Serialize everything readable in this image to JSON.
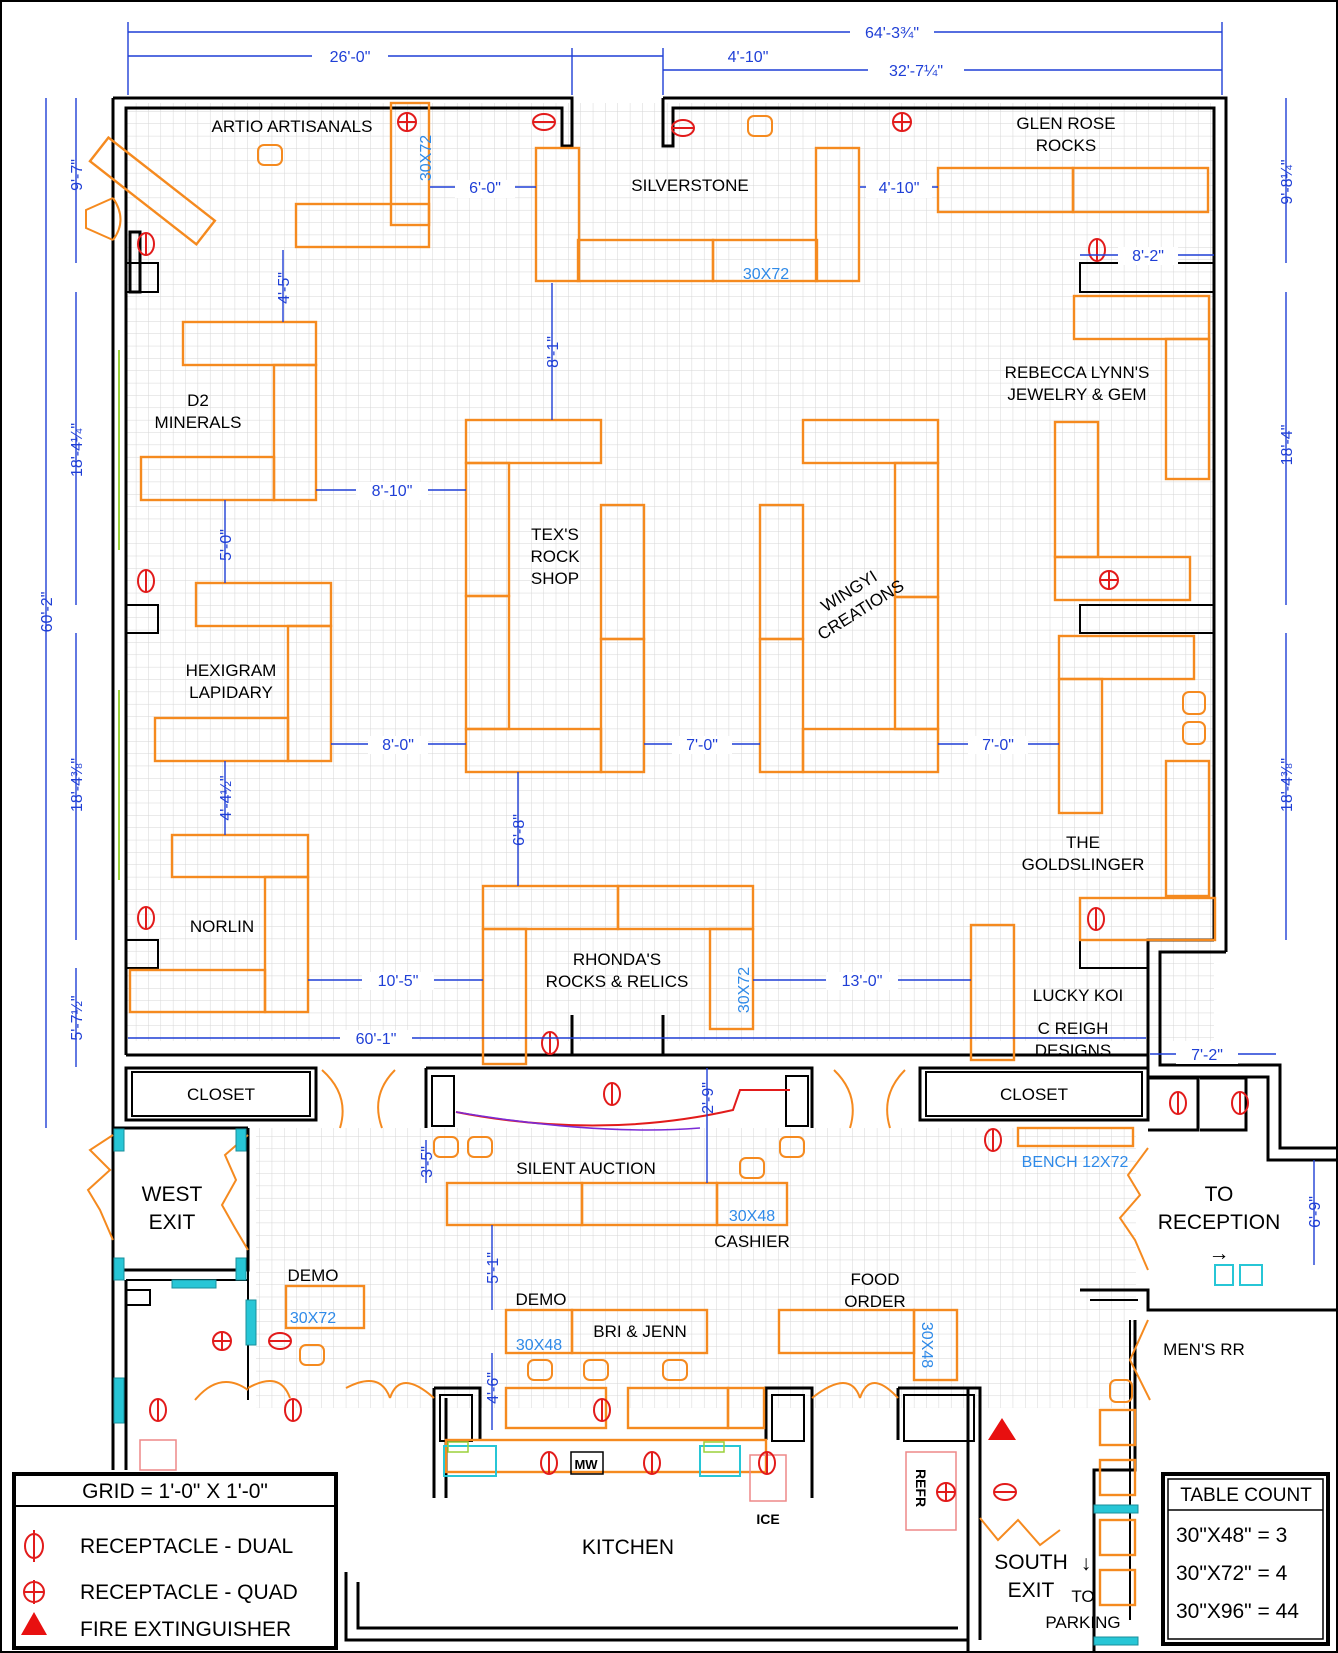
{
  "dimensions": {
    "overall_width": "64'-3¾\"",
    "west_span": "26'-0\"",
    "center_span": "4'-10\"",
    "east_span": "32'-7¼\"",
    "overall_depth": "60'-2\"",
    "left_segment_1": "9'-7\"",
    "left_segment_2": "18'-4¼\"",
    "left_segment_3": "18'-4⅜\"",
    "left_segment_4": "5'-7½\"",
    "right_segment_1": "9'-8¼\"",
    "right_segment_2": "18'-4\"",
    "right_segment_3": "18'-4⅜\"",
    "aisle_artio_silverstone": "6'-0\"",
    "aisle_silverstone_glen": "4'-10\"",
    "glen_wall": "8'-2\"",
    "d2_top": "4'-5\"",
    "silverstone_tex": "8'-1\"",
    "d2_tex": "8'-10\"",
    "d2_hexigram": "5'-0\"",
    "hexigram_tex": "8'-0\"",
    "tex_wingyi": "7'-0\"",
    "wingyi_goldslinger": "7'-0\"",
    "hexigram_norlin": "4'-4½\"",
    "tex_rhonda": "6'-8\"",
    "norlin_rhonda": "10'-5\"",
    "rhonda_luckykoi": "13'-0\"",
    "inner_width": "60'-1\"",
    "east_annex": "7'-2\"",
    "auction_depth": "2'-9\"",
    "west_auction": "3'-5\"",
    "auction_demo": "5'-1\"",
    "demo_kitchen": "4'-6\"",
    "reception_depth": "6'-9\""
  },
  "booths": {
    "artio": "ARTIO ARTISANALS",
    "silverstone": "SILVERSTONE",
    "glen_rose_1": "GLEN ROSE",
    "glen_rose_2": "ROCKS",
    "rebecca_1": "REBECCA LYNN'S",
    "rebecca_2": "JEWELRY & GEM",
    "d2_1": "D2",
    "d2_2": "MINERALS",
    "tex_1": "TEX'S",
    "tex_2": "ROCK",
    "tex_3": "SHOP",
    "wingyi_1": "WINGYI",
    "wingyi_2": "CREATIONS",
    "hexigram_1": "HEXIGRAM",
    "hexigram_2": "LAPIDARY",
    "goldslinger_1": "THE",
    "goldslinger_2": "GOLDSLINGER",
    "norlin": "NORLIN",
    "rhonda_1": "RHONDA'S",
    "rhonda_2": "ROCKS & RELICS",
    "lucky_koi": "LUCKY KOI",
    "creigh_1": "C REIGH",
    "creigh_2": "DESIGNS"
  },
  "table_tags": {
    "artio": "30X72",
    "silverstone": "30X72",
    "rhonda": "30X72",
    "cashier": "30X48",
    "demo_west": "30X72",
    "demo_center": "30X48",
    "food": "30X48",
    "bench": "BENCH  12X72"
  },
  "rooms": {
    "closet_west": "CLOSET",
    "closet_east": "CLOSET",
    "west_exit_1": "WEST",
    "west_exit_2": "EXIT",
    "reception_1": "TO",
    "reception_2": "RECEPTION",
    "reception_arrow": "→",
    "silent_auction": "SILENT AUCTION",
    "cashier": "CASHIER",
    "demo_west": "DEMO",
    "demo_center": "DEMO",
    "bri_jenn": "BRI & JENN",
    "food_1": "FOOD",
    "food_2": "ORDER",
    "mens_rr": "MEN'S RR",
    "kitchen": "KITCHEN",
    "mw": "MW",
    "ice": "ICE",
    "refr": "REFR",
    "south_exit_1": "SOUTH",
    "south_exit_2": "EXIT",
    "south_arrow": "↓",
    "parking_1": "TO",
    "parking_2": "PARKING"
  },
  "legend": {
    "grid": "GRID = 1'-0\" X 1'-0\"",
    "dual": "RECEPTACLE - DUAL",
    "quad": "RECEPTACLE - QUAD",
    "fire": "FIRE EXTINGUISHER"
  },
  "table_count": {
    "title": "TABLE COUNT",
    "rows": [
      "30\"X48\" =  3",
      "30\"X72\" =  4",
      "30\"X96\" = 44"
    ]
  },
  "colors": {
    "booth": "#f58a1f",
    "dimension": "#1f3fd6",
    "table_tag": "#2f8ae8",
    "receptacle": "#e21b1b",
    "grid": "#d9d9d9",
    "window": "#27c6d6"
  }
}
